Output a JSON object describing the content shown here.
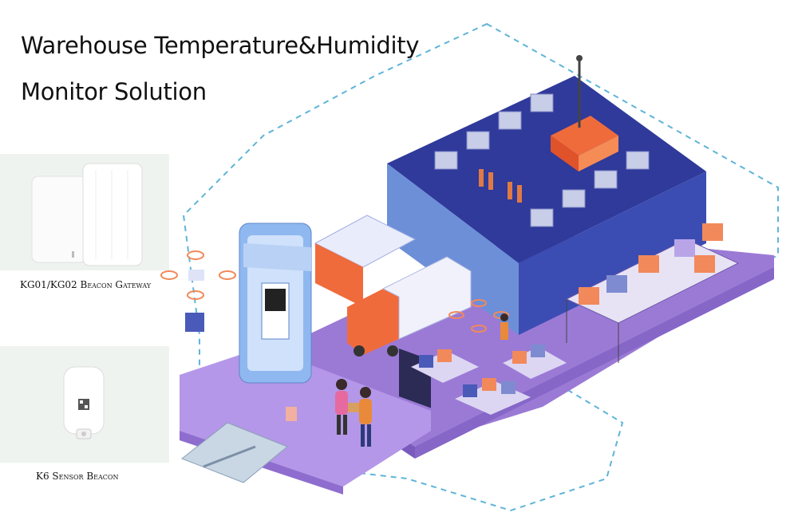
{
  "title": {
    "line1": "Warehouse Temperature&Humidity",
    "line2": "Monitor Solution"
  },
  "products": [
    {
      "label": "KG01/KG02 Beacon Gateway",
      "icon": "gateway-device-icon"
    },
    {
      "label": "K6 Sensor Beacon",
      "icon": "sensor-beacon-icon"
    }
  ],
  "colors": {
    "platform_purple": "#9b7ad6",
    "warehouse_blue": "#3b4db3",
    "accent_orange": "#f06b3c",
    "dashed_line": "#5fb4d9",
    "phone_blue": "#8fb8f0"
  }
}
